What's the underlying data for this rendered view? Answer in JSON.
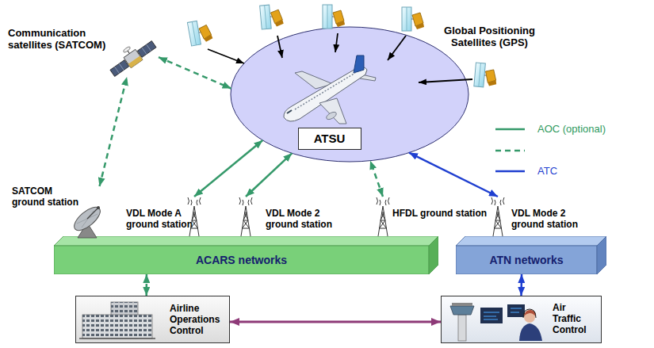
{
  "diagram": {
    "nodes": [
      {
        "text": []
      },
      {
        "text": [
          "ATSU"
        ],
        "in": 0
      },
      {
        "text": [
          "Communication satellites (SATCOM)"
        ]
      },
      {
        "text": [
          "SATCOM ground station"
        ]
      },
      {
        "text": [
          "VDL Mode A ground station"
        ]
      },
      {
        "text": [
          "VDL Mode 2 ground station"
        ]
      },
      {
        "text": [
          "HFDL ground station"
        ]
      },
      {
        "text": [
          "VDL Mode 2 ground station"
        ]
      },
      {
        "text": [
          "ACARS networks"
        ]
      },
      {
        "text": [
          "ATN networks"
        ]
      },
      {
        "text": [
          "Airline Operations Control"
        ]
      },
      {
        "text": [
          "Air Traffic Control"
        ]
      }
    ],
    "edges": [
      {
        "from": 2,
        "to": 0,
        "arrow": "both"
      },
      {
        "from": 3,
        "to": 2,
        "arrow": "both"
      },
      {
        "from": 4,
        "to": 0,
        "arrow": "both"
      },
      {
        "from": 5,
        "to": 0,
        "arrow": "both"
      },
      {
        "from": 6,
        "to": 0,
        "arrow": "both"
      },
      {
        "from": 7,
        "to": 0,
        "arrow": "both"
      },
      {
        "from": 8,
        "to": 10,
        "arrow": "both"
      },
      {
        "from": 9,
        "to": 11,
        "arrow": "both"
      },
      {
        "from": 10,
        "to": 11,
        "arrow": "both"
      }
    ],
    "labels": [
      "Global Positioning Satellites (GPS)"
    ],
    "legend": [
      {
        "text": "AOC (optional)"
      },
      {
        "text": "ATC"
      }
    ]
  }
}
